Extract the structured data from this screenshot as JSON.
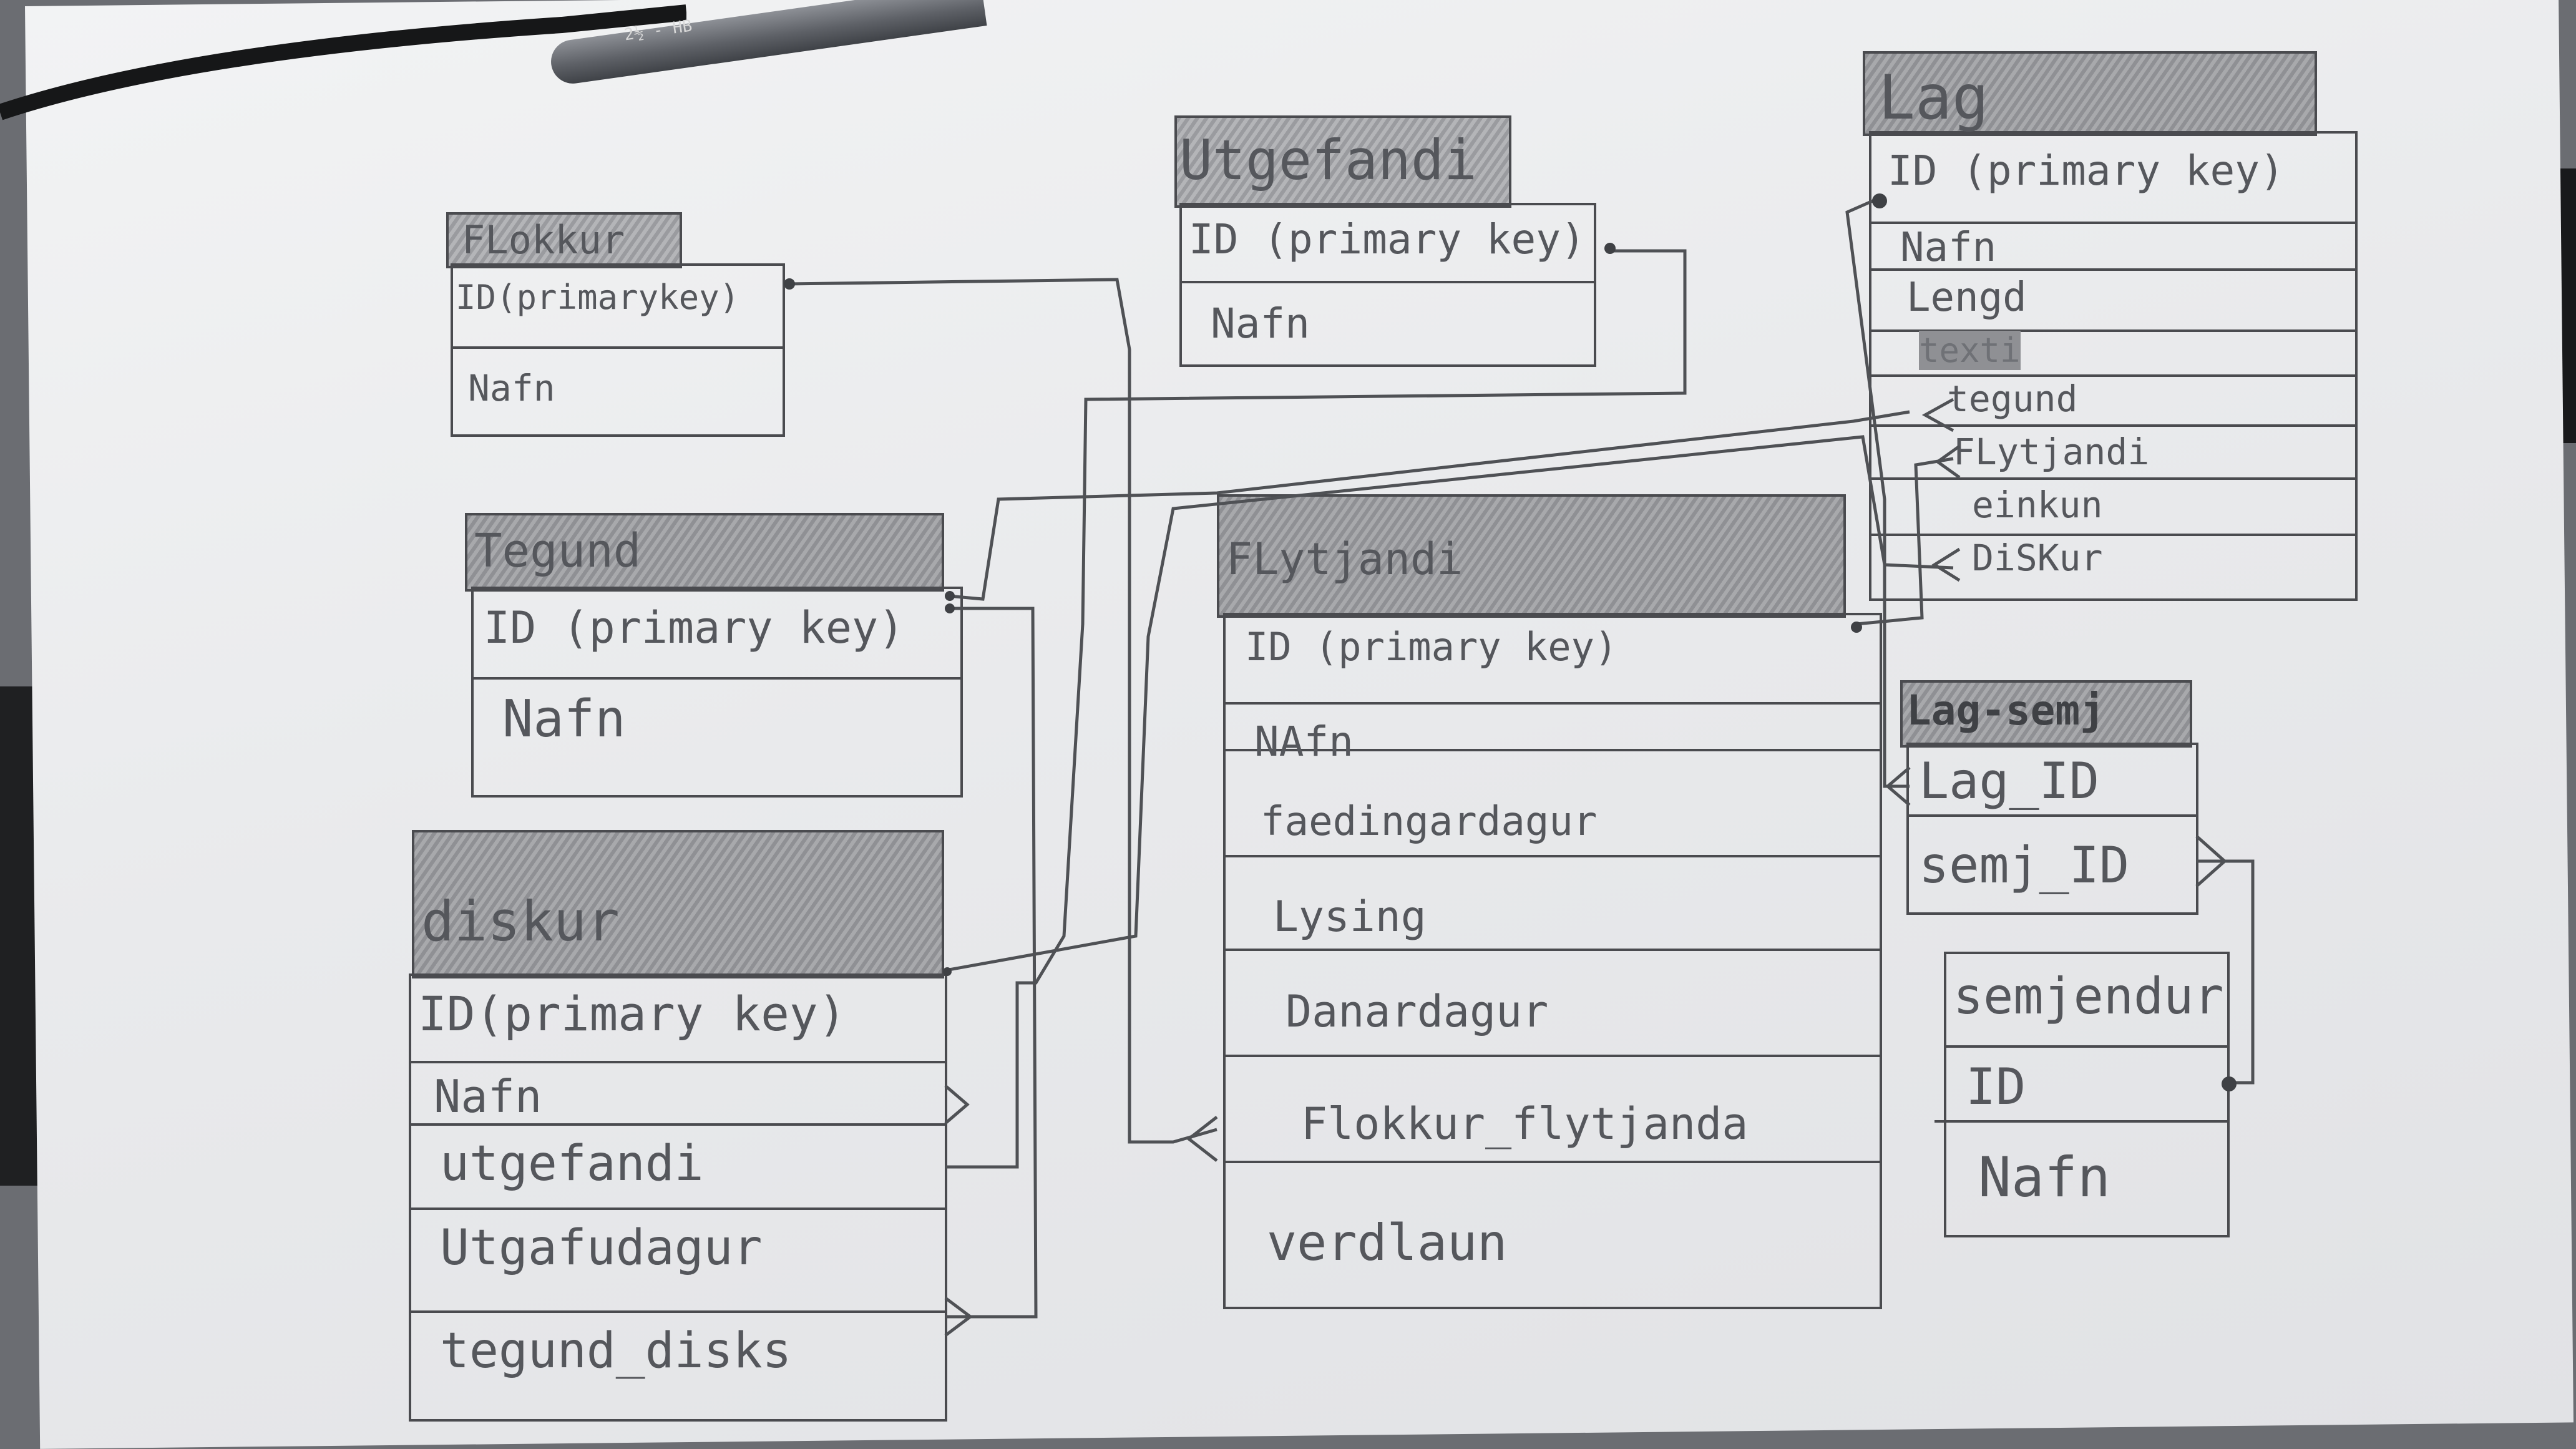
{
  "pencil_print": "2½ - HB",
  "tables": {
    "flokkur": {
      "title": "FLokkur",
      "rows": [
        "ID(primarykey)",
        "Nafn"
      ]
    },
    "utgefandi": {
      "title": "Utgefandi",
      "rows": [
        "ID (primary key)",
        "Nafn"
      ]
    },
    "lag": {
      "title": "Lag",
      "rows": [
        "ID (primary key)",
        "Nafn",
        "Lengd",
        "texti",
        "tegund",
        "FLytjandi",
        "einkun",
        "DiSKur"
      ]
    },
    "tegund": {
      "title": "Tegund",
      "rows": [
        "ID (primary key)",
        "Nafn"
      ]
    },
    "flytjandi": {
      "title": "FLytjandi",
      "rows": [
        "ID (primary key)",
        "NAfn",
        "faedingardagur",
        "Lysing",
        "Danardagur",
        "Flokkur_flytjanda",
        "verdlaun"
      ]
    },
    "lag_semj": {
      "title": "Lag-semj",
      "rows": [
        "Lag_ID",
        "semj_ID"
      ]
    },
    "semjendur": {
      "title": "semjendur",
      "rows": [
        "ID",
        "Nafn"
      ]
    },
    "diskur": {
      "title": "diskur",
      "rows": [
        "ID(primary key)",
        "Nafn",
        "utgefandi",
        "Utgafudagur",
        "tegund_disks"
      ]
    }
  },
  "colors": {
    "pencil": "#4a4b4f",
    "paper": "#eceef0",
    "text": "#55575c"
  }
}
